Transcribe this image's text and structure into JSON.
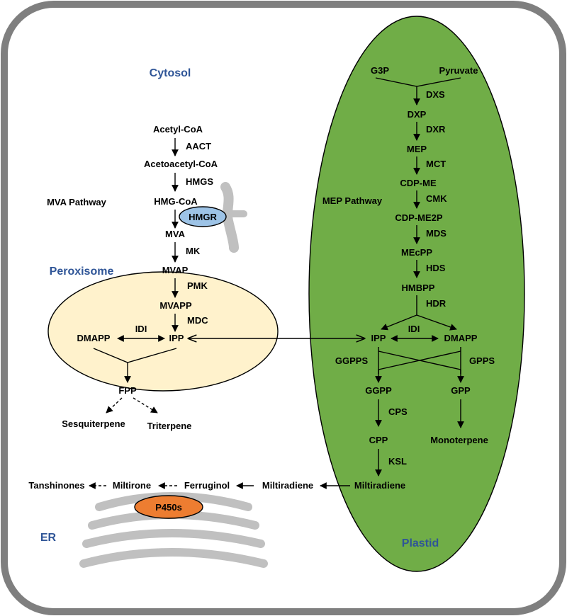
{
  "compartments": {
    "cytosol": "Cytosol",
    "peroxisome": "Peroxisome",
    "er": "ER",
    "plastid": "Plastid"
  },
  "pathways": {
    "mva": "MVA Pathway",
    "mep": "MEP Pathway"
  },
  "mva": {
    "acetyl_coa": "Acetyl-CoA",
    "aact": "AACT",
    "acetoacetyl_coa": "Acetoacetyl-CoA",
    "hmgs": "HMGS",
    "hmg_coa": "HMG-CoA",
    "hmgr": "HMGR",
    "mva": "MVA",
    "mk": "MK",
    "mvap": "MVAP",
    "pmk": "PMK",
    "mvapp": "MVAPP",
    "mdc": "MDC",
    "dmapp": "DMAPP",
    "idi": "IDI",
    "ipp": "IPP",
    "fpp": "FPP",
    "sesquiterpene": "Sesquiterpene",
    "triterpene": "Triterpene"
  },
  "mep": {
    "g3p": "G3P",
    "pyruvate": "Pyruvate",
    "dxs": "DXS",
    "dxp": "DXP",
    "dxr": "DXR",
    "mep": "MEP",
    "mct": "MCT",
    "cdp_me": "CDP-ME",
    "cmk": "CMK",
    "cdp_me2p": "CDP-ME2P",
    "mds": "MDS",
    "mecpp": "MEcPP",
    "hds": "HDS",
    "hmbpp": "HMBPP",
    "hdr": "HDR",
    "ipp": "IPP",
    "idi": "IDI",
    "dmapp": "DMAPP",
    "ggpps": "GGPPS",
    "gpps": "GPPS",
    "ggpp": "GGPP",
    "gpp": "GPP",
    "cps": "CPS",
    "cpp": "CPP",
    "monoterpene": "Monoterpene",
    "ksl": "KSL",
    "miltiradiene": "Miltiradiene"
  },
  "er_path": {
    "tanshinones": "Tanshinones",
    "miltirone": "Miltirone",
    "ferruginol": "Ferruginol",
    "miltiradiene": "Miltiradiene",
    "p450s": "P450s"
  },
  "colors": {
    "cell_wall": "#7f7f7f",
    "plastid": "#70ad47",
    "peroxisome": "#fff2cc",
    "er_membrane": "#c0c0c0",
    "hmgr_fill": "#9dc3e6",
    "p450_fill": "#ed7d31",
    "compartment_label": "#2f5597"
  }
}
